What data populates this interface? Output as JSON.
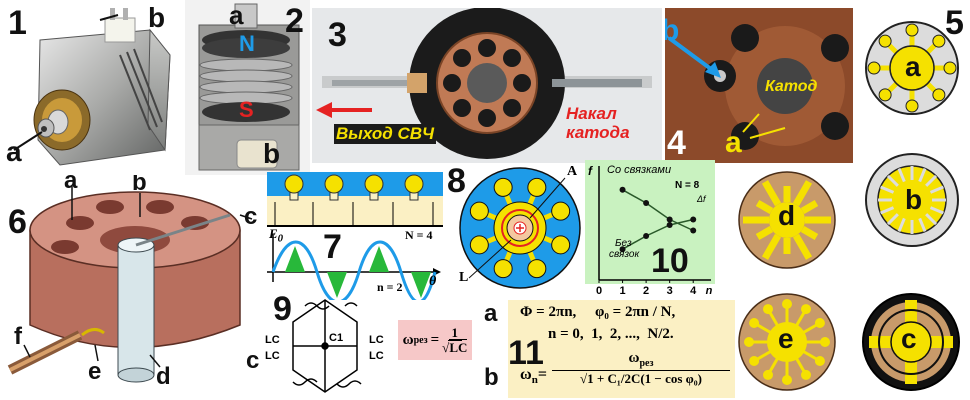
{
  "colors": {
    "yellow": "#f5e100",
    "copper": "#c77a52",
    "copper_dark": "#8a4a2c",
    "blue": "#1e9be8",
    "green_bg": "#c9f2c0",
    "pink_bg": "#f6c8c8",
    "cream_bg": "#fbf0c4",
    "red": "#e52222",
    "brown_disk": "#c89a6a"
  },
  "panel1": {
    "number": "1",
    "label_a": "a",
    "label_b": "b"
  },
  "panel2": {
    "number": "2",
    "label_a": "a",
    "label_b": "b",
    "pole_n": "N",
    "pole_s": "S"
  },
  "panel3": {
    "number": "3",
    "output_label": "Выход СВЧ",
    "filament_label_1": "Накал",
    "filament_label_2": "катода"
  },
  "panel4": {
    "number": "4",
    "label_a": "a",
    "label_b": "b",
    "cathode_label": "Катод"
  },
  "panel5": {
    "number": "5",
    "label_a": "a",
    "label_b": "b",
    "label_c": "c",
    "label_d": "d",
    "label_e": "e"
  },
  "panel6": {
    "number": "6",
    "labels": [
      "a",
      "b",
      "c",
      "d",
      "e",
      "f"
    ]
  },
  "panel7": {
    "number": "7",
    "field_label": "E",
    "field_sub": "0",
    "n_label": "N = 4",
    "mode_label": "n = 2",
    "axis_label": "θ"
  },
  "panel8": {
    "number": "8",
    "label_A": "A",
    "label_L": "L"
  },
  "panel9": {
    "number": "9",
    "lc": "LC",
    "c1": "C1"
  },
  "panel10": {
    "number": "10",
    "y_axis": "f",
    "curve_with_straps": "Со связками",
    "curve_without_straps_1": "Без",
    "curve_without_straps_2": "связок",
    "n_label": "N = 8",
    "delta_label": "Δf",
    "x_ticks": [
      "0",
      "1",
      "2",
      "3",
      "4",
      "n"
    ]
  },
  "resonance": {
    "label": "ω",
    "sub": "рез",
    "numerator": "1",
    "denominator": "LC"
  },
  "panel11": {
    "number": "11",
    "label_a": "a",
    "label_b": "b",
    "line1": "Φ = 2πn,     φ₀ = 2πn / N,",
    "line2": "n = 0,  1,  2, ...,  N/2.",
    "omega_n": "ω",
    "omega_n_sub": "n",
    "omega_num": "ω",
    "omega_num_sub": "рез",
    "omega_den": "1 + C₁/2C(1 − cos φ₀)"
  },
  "chart_data": {
    "type": "line",
    "xlabel": "n",
    "ylabel": "f",
    "x_ticks": [
      0,
      1,
      2,
      3,
      4
    ],
    "series": [
      {
        "name": "Со связками",
        "x": [
          1,
          2,
          3,
          4
        ],
        "y": [
          0.82,
          0.7,
          0.55,
          0.45
        ]
      },
      {
        "name": "Без связок",
        "x": [
          1,
          2,
          3,
          4
        ],
        "y": [
          0.28,
          0.4,
          0.5,
          0.55
        ]
      }
    ]
  }
}
